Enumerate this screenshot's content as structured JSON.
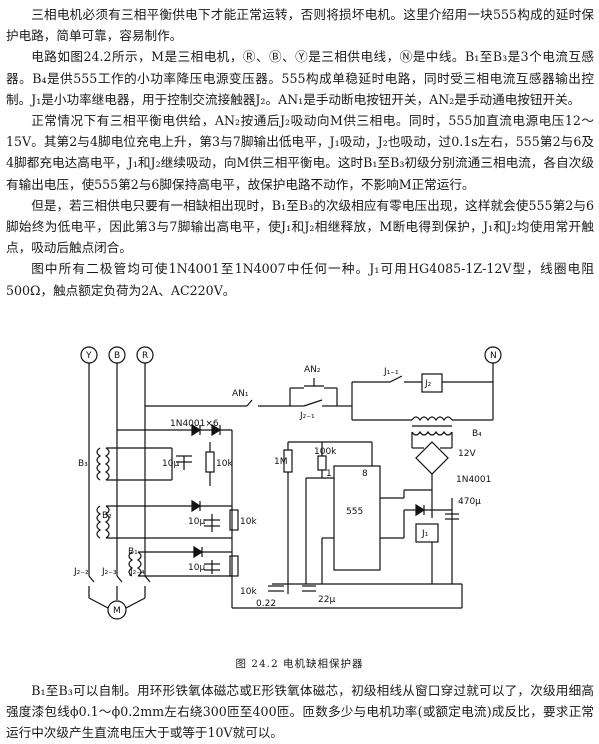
{
  "paragraphs": [
    "三相电机必须有三相平衡供电下才能正常运转，否则将损坏电机。这里介绍用一块555构成的延时保护电路，简单可靠，容易制作。",
    "电路如图24.2所示，M是三相电机，Ⓡ、Ⓑ、Ⓨ是三相供电线，Ⓝ是中线。B₁至B₃是3个电流互感器。B₄是供555工作的小功率降压电源变压器。555构成单稳延时电路，同时受三相电流互感器输出控制。J₁是小功率继电器，用于控制交流接触器J₂。AN₁是手动断电按钮开关，AN₂是手动通电按钮开关。",
    "正常情况下有三相平衡电供给，AN₂按通后J₂吸动向M供三相电。同时，555加直流电源电压12～15V。其第2与4脚电位充电上升，第3与7脚输出低电平，J₁吸动，J₂也吸动，过0.1s左右，555第2与6及4脚都充电达高电平，J₁和J₂继续吸动，向M供三相平衡电。这时B₁至B₃初级分别流通三相电流，各自次级有输出电压，使555第2与6脚保持高电平，故保护电路不动作，不影响M正常运行。",
    "但是，若三相供电只要有一相缺相出现时，B₁至B₃的次级相应有零电压出现，这样就会使555第2与6脚始终为低电平，因此第3与7脚输出高电平，使J₁和J₂相继释放，M断电得到保护，J₁和J₂均使用常开触点，吸动后触点闭合。",
    "图中所有二极管均可使1N4001至1N4007中任何一种。J₁可用HG4085-1Z-12V型，线圈电阻500Ω，触点额定负荷为2A、AC220V。"
  ],
  "diagram": {
    "phases": [
      "Y",
      "B",
      "R"
    ],
    "neutral": "N",
    "labels": {
      "an1": "AN₁",
      "an2": "AN₂",
      "j2_contact_an": "J₂₋₁",
      "j1_contact": "J₁₋₁",
      "j2_coil": "J₂",
      "b4": "B₄",
      "diodes": "1N4001×6",
      "b3": "B₃",
      "b2": "B₂",
      "b1": "B₁",
      "cap1": "10μ",
      "res1": "10k",
      "cap2": "10μ",
      "res2": "10k",
      "cap3": "10μ",
      "res3": "10k",
      "res_1m": "1M",
      "res_100k": "100k",
      "pin1": "1",
      "pin8": "8",
      "ic": "555",
      "volt": "12V",
      "bridge_diode": "1N4001",
      "cap_470": "470μ",
      "j1_coil": "J₁",
      "cap_022": "0.22",
      "cap_22": "22μ",
      "contacts": [
        "J₂₋₂",
        "J₂₋₃",
        "J₂₋₄"
      ],
      "motor": "M"
    }
  },
  "caption": "图 24.2  电机缺相保护器",
  "footer": "B₁至B₃可以自制。用环形铁氧体磁芯或E形铁氧体磁芯，初级相线从窗口穿过就可以了，次级用细高强度漆包线ϕ0.1～ϕ0.2mm左右绕300匝至400匝。匝数多少与电机功率(或额定电流)成反比，要求正常运行中次级产生直流电压大于或等于10V就可以。"
}
